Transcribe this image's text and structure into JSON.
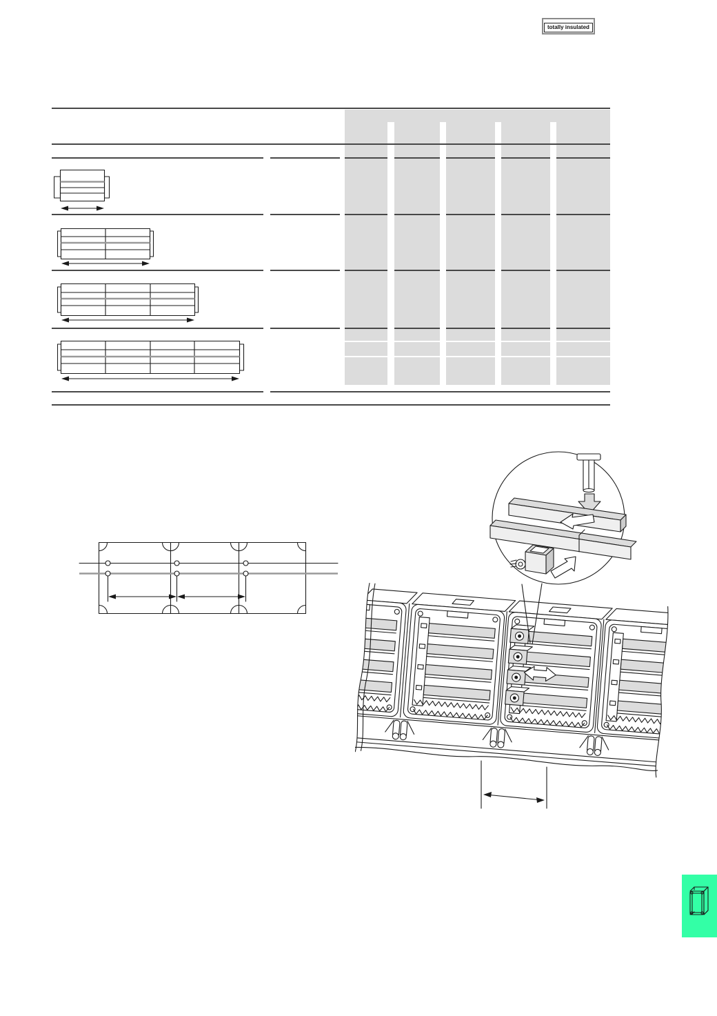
{
  "badge": {
    "label": "totally insulated"
  },
  "colors": {
    "page_bg": "#ffffff",
    "table_gray": "#dcdcdc",
    "rule_dark": "#474747",
    "rule_gray": "#9a9a9a",
    "line_black": "#1a1a1a",
    "art_gray": "#dcdcdc",
    "art_gray_light": "#efefef",
    "art_gray_dark": "#cccccc",
    "green_tab": "#33ffa6",
    "badge_border_outer": "#8a8a8a",
    "badge_border_inner": "#222222"
  },
  "table": {
    "shaded_columns": 5,
    "rows": [
      {
        "diagram_modules": 1
      },
      {
        "diagram_modules": 2
      },
      {
        "diagram_modules": 3
      },
      {
        "diagram_modules": 4
      }
    ]
  },
  "figures": {
    "drilling_template": {
      "fixing_holes": 6,
      "panel_fields": 3,
      "dimension_spans": 2
    },
    "assembly": {
      "modules_visible": 4,
      "busbars_per_module": 4
    },
    "detail_inset": {
      "parts": [
        "fixing-pin",
        "busbar-link",
        "terminal-clamp"
      ]
    }
  }
}
